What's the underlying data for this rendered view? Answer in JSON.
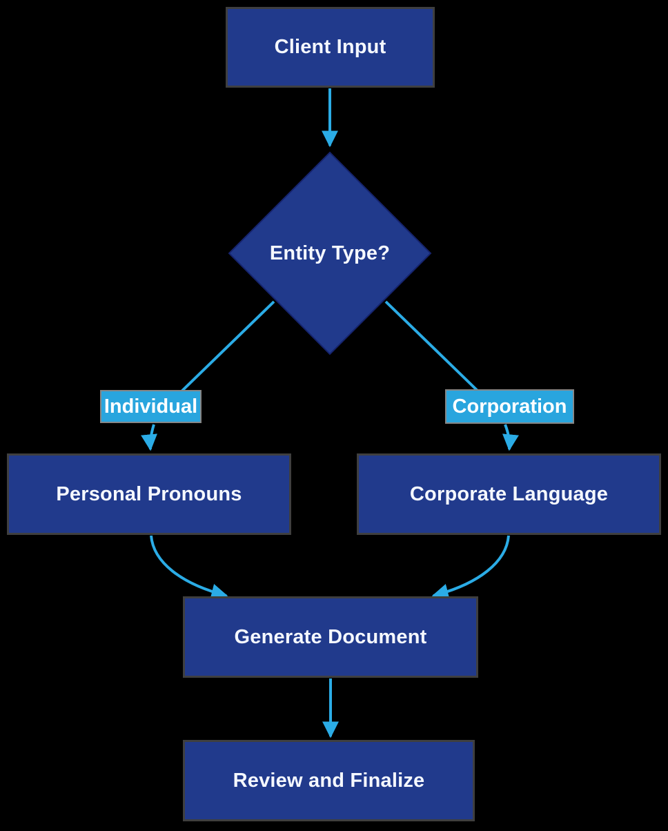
{
  "diagram": {
    "type": "flowchart",
    "direction": "top-down",
    "background": "#000000"
  },
  "colors": {
    "node_fill": "#213a8c",
    "node_border": "#3f3f3f",
    "diamond_stroke": "#16246e",
    "edge_blue": "#2bace6",
    "edge_label_bg": "#29a5de",
    "edge_label_border": "#868686",
    "text": "#ffffff"
  },
  "nodes": {
    "client_input": "Client Input",
    "entity_type": "Entity Type?",
    "personal_pronouns": "Personal Pronouns",
    "corporate_language": "Corporate Language",
    "generate_document": "Generate Document",
    "review_finalize": "Review and Finalize"
  },
  "edge_labels": {
    "individual": "Individual",
    "corporation": "Corporation"
  },
  "edges": [
    {
      "from": "Client Input",
      "to": "Entity Type?",
      "label": ""
    },
    {
      "from": "Entity Type?",
      "to": "Personal Pronouns",
      "label": "Individual"
    },
    {
      "from": "Entity Type?",
      "to": "Corporate Language",
      "label": "Corporation"
    },
    {
      "from": "Personal Pronouns",
      "to": "Generate Document",
      "label": ""
    },
    {
      "from": "Corporate Language",
      "to": "Generate Document",
      "label": ""
    },
    {
      "from": "Generate Document",
      "to": "Review and Finalize",
      "label": ""
    }
  ]
}
